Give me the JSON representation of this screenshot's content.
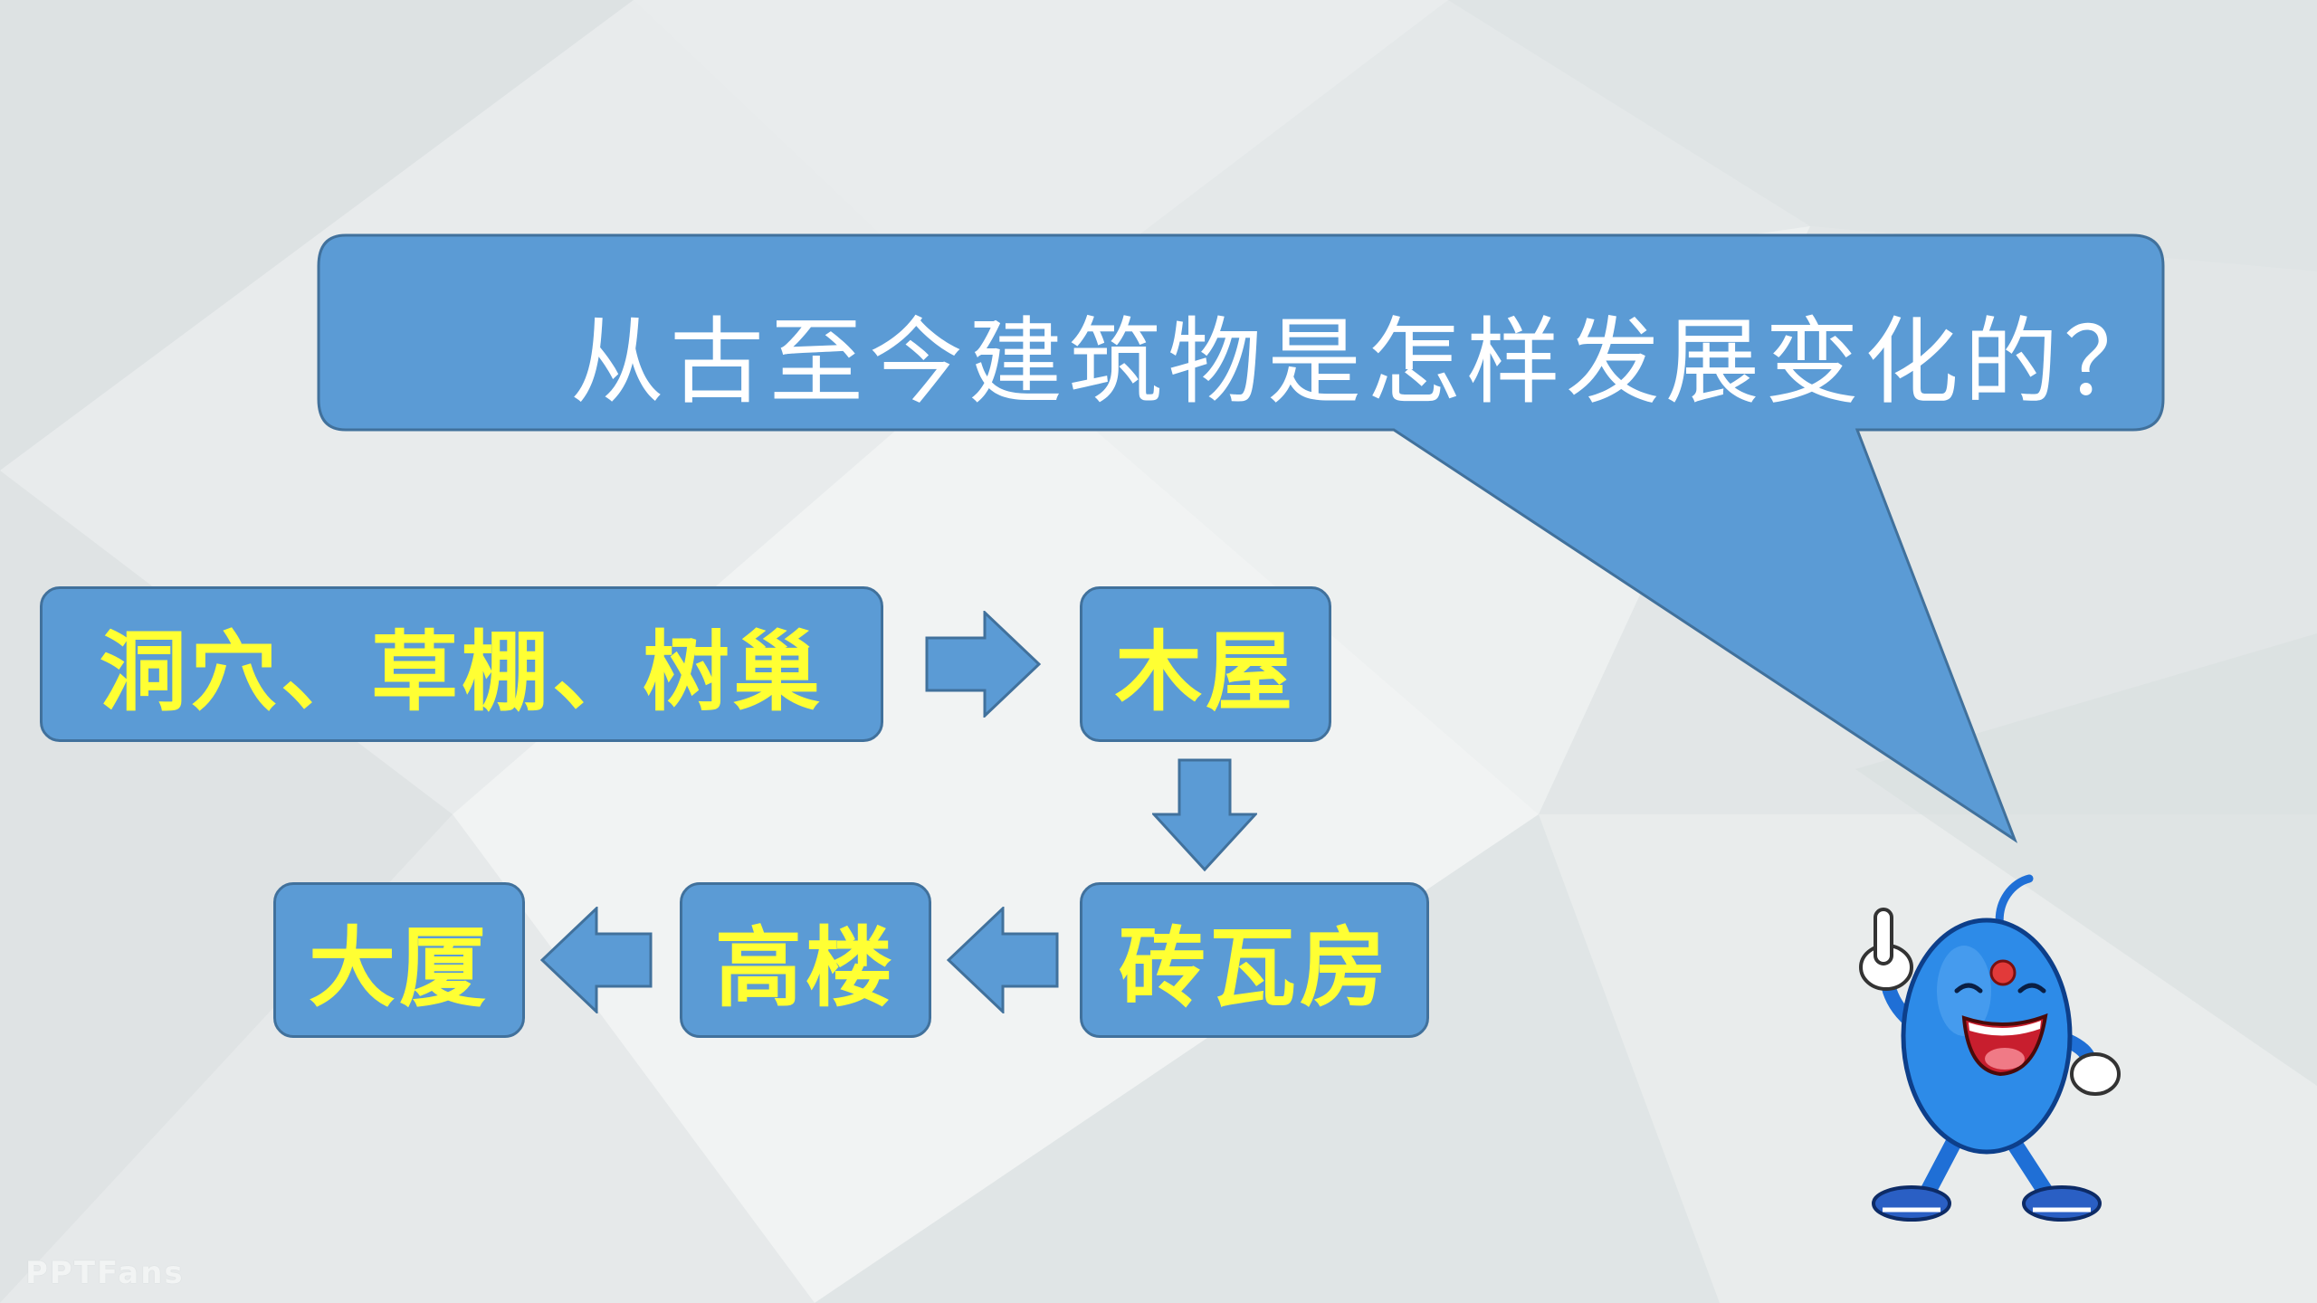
{
  "question": "从古至今建筑物是怎样发展变化的？",
  "flow": {
    "stage1": "洞穴、草棚、树巢",
    "stage2": "木屋",
    "stage3": "砖瓦房",
    "stage4": "高楼",
    "stage5": "大厦"
  },
  "watermark": "PPTFans",
  "colors": {
    "box_fill": "#5b9bd5",
    "box_border": "#41719c",
    "box_text": "#ffff33",
    "bubble_text": "#ffffff",
    "background": "#e6eaeb"
  },
  "icons": {
    "arrows": [
      "arrow-right-icon",
      "arrow-down-icon",
      "arrow-left-icon",
      "arrow-left-icon"
    ],
    "mascot": "mascot-icon"
  }
}
